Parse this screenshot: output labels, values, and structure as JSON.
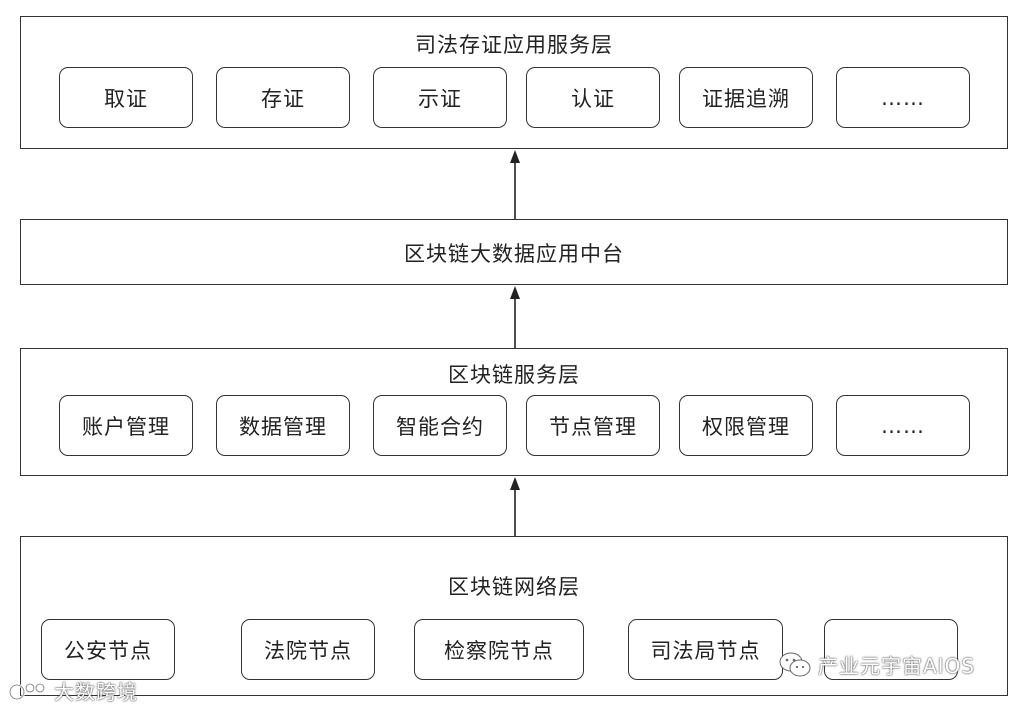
{
  "layers": {
    "service": {
      "title": "司法存证应用服务层",
      "items": [
        "取证",
        "存证",
        "示证",
        "认证",
        "证据追溯",
        "……"
      ]
    },
    "middle": {
      "title": "区块链大数据应用中台"
    },
    "chain_service": {
      "title": "区块链服务层",
      "items": [
        "账户管理",
        "数据管理",
        "智能合约",
        "节点管理",
        "权限管理",
        "……"
      ]
    },
    "network": {
      "title": "区块链网络层",
      "items": [
        "公安节点",
        "法院节点",
        "检察院节点",
        "司法局节点",
        ""
      ]
    }
  },
  "watermarks": {
    "left": "大数跨境",
    "right": "产业元宇宙AIOS"
  }
}
